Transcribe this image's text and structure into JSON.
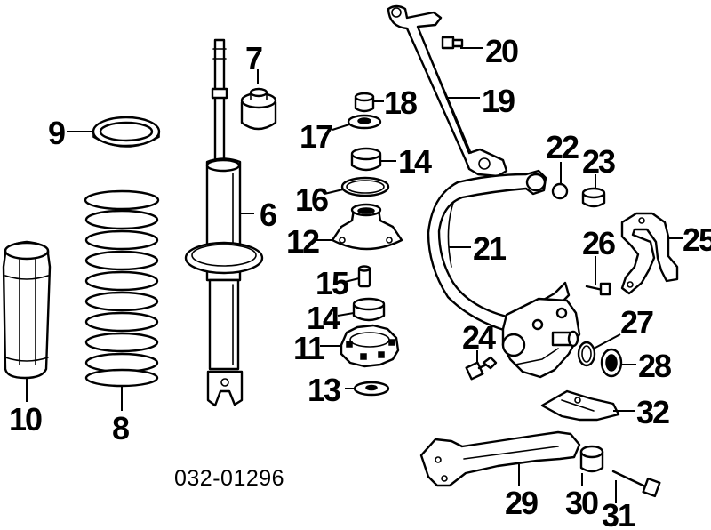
{
  "diagram": {
    "code": "032-01296",
    "callouts": [
      "7",
      "20",
      "9",
      "18",
      "19",
      "17",
      "14",
      "22",
      "23",
      "16",
      "6",
      "12",
      "21",
      "25",
      "26",
      "15",
      "14",
      "27",
      "24",
      "11",
      "28",
      "13",
      "10",
      "8",
      "32",
      "29",
      "30",
      "31"
    ],
    "colors": {
      "ink": "#000000",
      "paper": "#ffffff"
    }
  }
}
